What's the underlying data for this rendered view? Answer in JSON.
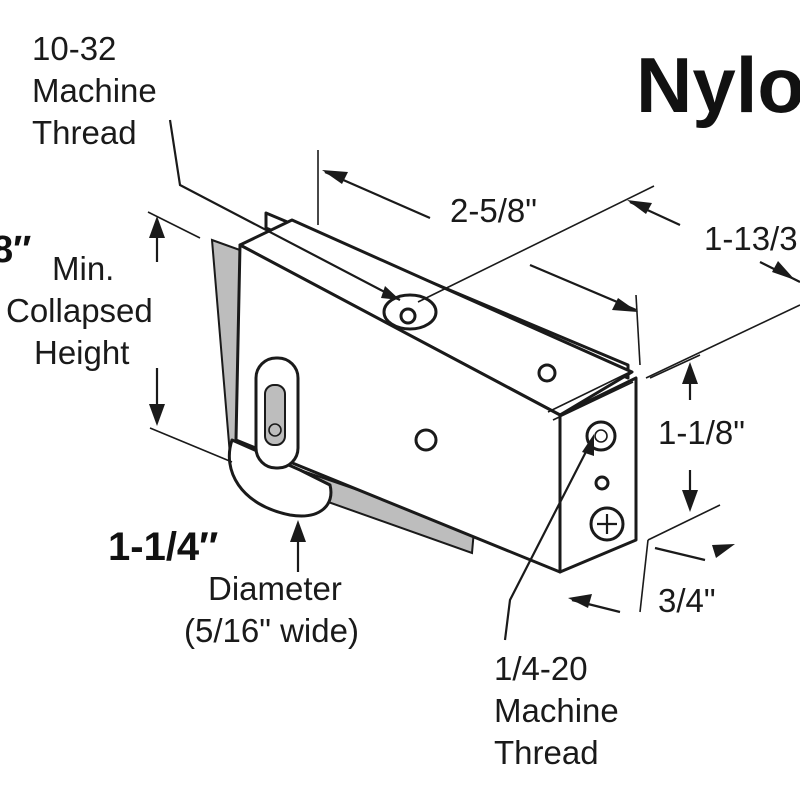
{
  "title": "Nylo",
  "labels": {
    "top_thread": [
      "10-32",
      "Machine",
      "Thread"
    ],
    "length": "2-5/8\"",
    "depth": "1-13/3",
    "collapsed_value": "8″",
    "collapsed_text": [
      "Min.",
      "Collapsed",
      "Height"
    ],
    "body_height": "1-1/8\"",
    "diameter_value": "1-1/4″",
    "diameter_text": [
      "Diameter",
      "(5/16\" wide)"
    ],
    "width": "3/4\"",
    "bottom_thread": [
      "1/4-20",
      "Machine",
      "Thread"
    ]
  },
  "colors": {
    "ink": "#1a1a1a",
    "shading": "#bdbdbd",
    "background": "#ffffff"
  }
}
